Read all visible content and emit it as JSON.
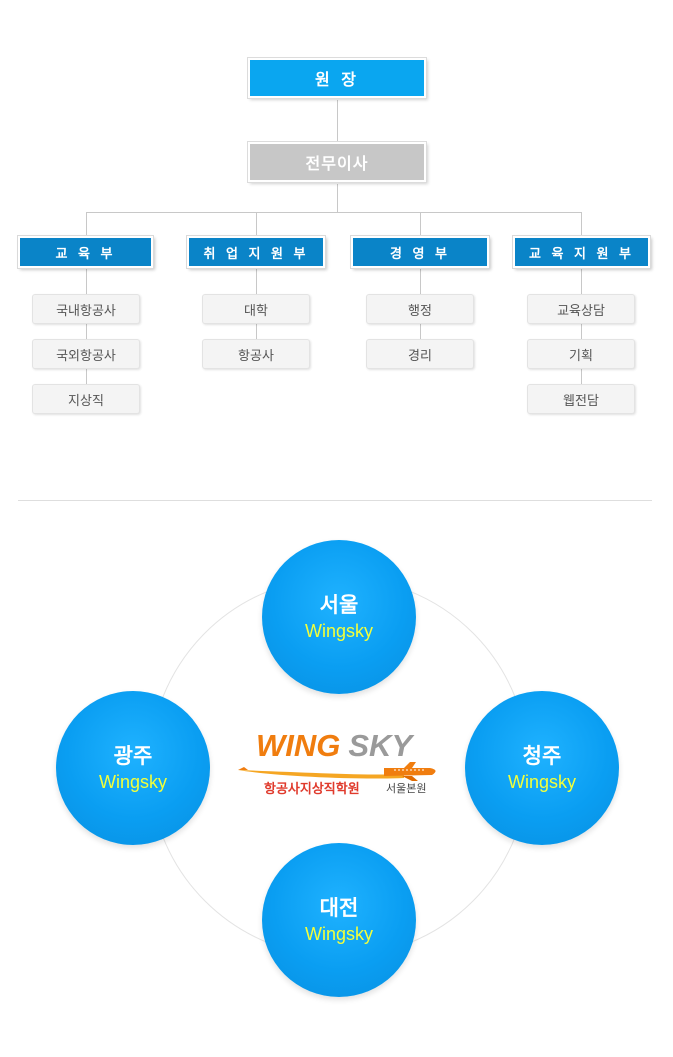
{
  "org_chart": {
    "director": "원 장",
    "executive": "전무이사",
    "departments": [
      {
        "label": "교 육 부",
        "items": [
          "국내항공사",
          "국외항공사",
          "지상직"
        ]
      },
      {
        "label": "취 업 지 원 부",
        "items": [
          "대학",
          "항공사"
        ]
      },
      {
        "label": "경 영 부",
        "items": [
          "행정",
          "경리"
        ]
      },
      {
        "label": "교 육 지 원 부",
        "items": [
          "교육상담",
          "기획",
          "웹전담"
        ]
      }
    ]
  },
  "network": {
    "logo": {
      "wing": "WING",
      "sky": "SKY",
      "academy": "항공사지상직학원",
      "branch": "서울본원"
    },
    "branches": [
      {
        "city": "서울",
        "name": "Wingsky"
      },
      {
        "city": "광주",
        "name": "Wingsky"
      },
      {
        "city": "청주",
        "name": "Wingsky"
      },
      {
        "city": "대전",
        "name": "Wingsky"
      }
    ]
  },
  "colors": {
    "director_box": "#0aa6f0",
    "executive_box": "#c7c7c7",
    "department_box": "#0a84c8",
    "branch_circle": "#0a9ef2",
    "branch_name_text": "#f3ff3a",
    "logo_orange": "#f07d0f",
    "logo_grey": "#9a9a9a",
    "logo_red": "#e03a2c"
  }
}
